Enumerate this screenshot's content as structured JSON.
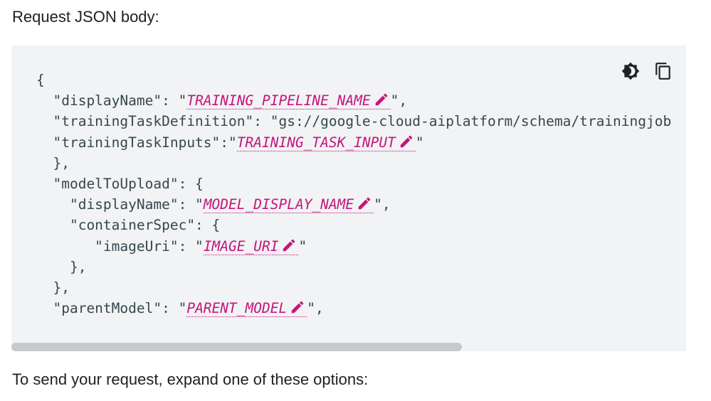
{
  "heading": "Request JSON body:",
  "footer": "To send your request, expand one of these options:",
  "toolbar": {
    "theme_icon": "dark-theme-icon",
    "copy_icon": "copy-icon"
  },
  "code": {
    "l1_open": "{",
    "l2_pre": "  \"displayName\": \"",
    "l2_var": "TRAINING_PIPELINE_NAME",
    "l2_post": "\",",
    "l3_text": "  \"trainingTaskDefinition\": \"gs://google-cloud-aiplatform/schema/trainingjob",
    "l4_pre": "  \"trainingTaskInputs\":\"",
    "l4_var": "TRAINING_TASK_INPUT",
    "l4_post": "\"",
    "l5_text": "  },",
    "l6_text": "  \"modelToUpload\": {",
    "l7_pre": "    \"displayName\": \"",
    "l7_var": "MODEL_DISPLAY_NAME",
    "l7_post": "\",",
    "l8_text": "    \"containerSpec\": {",
    "l9_pre": "       \"imageUri\": \"",
    "l9_var": "IMAGE_URI",
    "l9_post": "\"",
    "l10_text": "    },",
    "l11_text": "  },",
    "l12_pre": "  \"parentModel\": \"",
    "l12_var": "PARENT_MODEL",
    "l12_post": "\","
  },
  "colors": {
    "variable": "#c5157d",
    "code_text": "#37474f",
    "panel_bg": "#f1f3f4"
  }
}
